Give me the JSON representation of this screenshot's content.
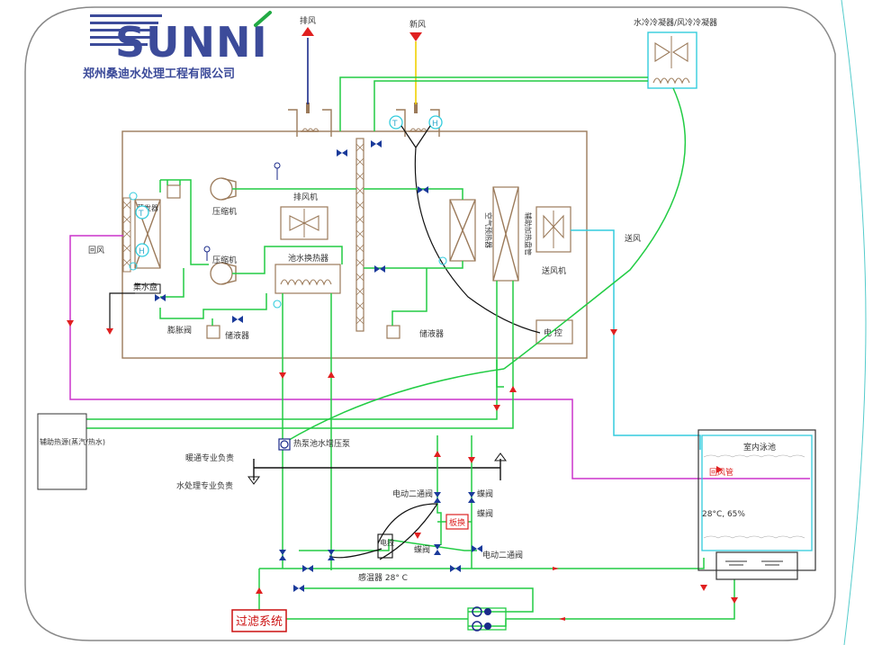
{
  "brand": {
    "logo_text": "SUNNI",
    "company_name": "郑州桑迪水处理工程有限公司"
  },
  "labels": {
    "exhaust": "排风",
    "fresh_air": "新风",
    "condenser": "水冷冷凝器/风冷冷凝器",
    "compressor_1": "压缩机",
    "compressor_2": "压缩机",
    "exhaust_fan": "排风机",
    "pool_water_hx": "池水换热器",
    "air_preheater": "空气预热器",
    "aux_heating_coil": "辅助加热盘管",
    "supply_fan": "送风机",
    "supply_air": "送风",
    "return_air": "回风",
    "evaporator": "蒸发器",
    "sump": "集水盘",
    "expansion_valve": "膨胀阀",
    "receiver_1": "储液器",
    "receiver_2": "储液器",
    "electric_control": "电  控",
    "aux_heat_source": "辅助热源(蒸汽/热水)",
    "heat_pump_pool_pump": "热泵池水增压泵",
    "hvac_load": "暖通专业负责",
    "water_treatment_load": "水处理专业负责",
    "motor_valve_top": "电动二通阀",
    "butterfly_1": "蝶阀",
    "butterfly_2": "蝶阀",
    "plate_hx": "板换",
    "butterfly_3": "蝶阀",
    "motor_valve_bottom": "电动二通阀",
    "thermostat": "感温器 28° C",
    "control_box": "电控",
    "filter_system": "过滤系统",
    "indoor_pool": "室内泳池",
    "return_duct": "回风管",
    "pool_condition": "28°C, 65%",
    "sensor_t": "T",
    "sensor_h": "H"
  }
}
